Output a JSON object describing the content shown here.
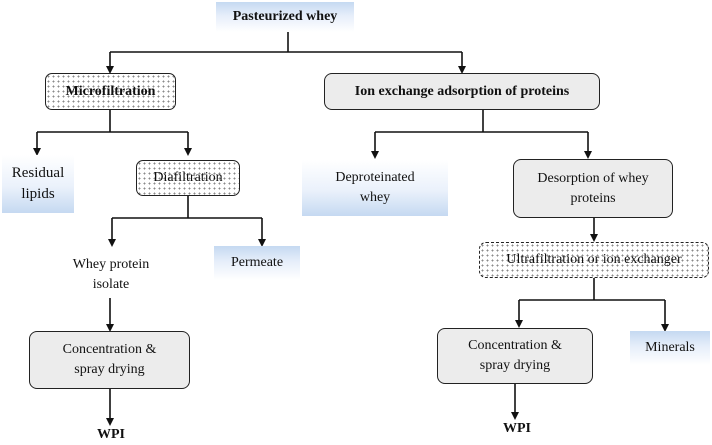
{
  "nodes": {
    "pasteurized_whey": "Pasteurized whey",
    "microfiltration": "Microfiltration",
    "ion_exchange": "Ion exchange adsorption of proteins",
    "residual_lipids_line1": "Residual",
    "residual_lipids_line2": "lipids",
    "diafiltration": "Diafiltration",
    "whey_protein_isolate_line1": "Whey protein",
    "whey_protein_isolate_line2": "isolate",
    "permeate": "Permeate",
    "concentration_left_line1": "Concentration &",
    "concentration_left_line2": "spray drying",
    "wpi_left": "WPI",
    "deproteinated_line1": "Deproteinated",
    "deproteinated_line2": "whey",
    "desorption_line1": "Desorption of whey",
    "desorption_line2": "proteins",
    "ultrafiltration": "Ultrafiltration or ion exchanger",
    "concentration_right_line1": "Concentration &",
    "concentration_right_line2": "spray drying",
    "minerals": "Minerals",
    "wpi_right": "WPI"
  }
}
